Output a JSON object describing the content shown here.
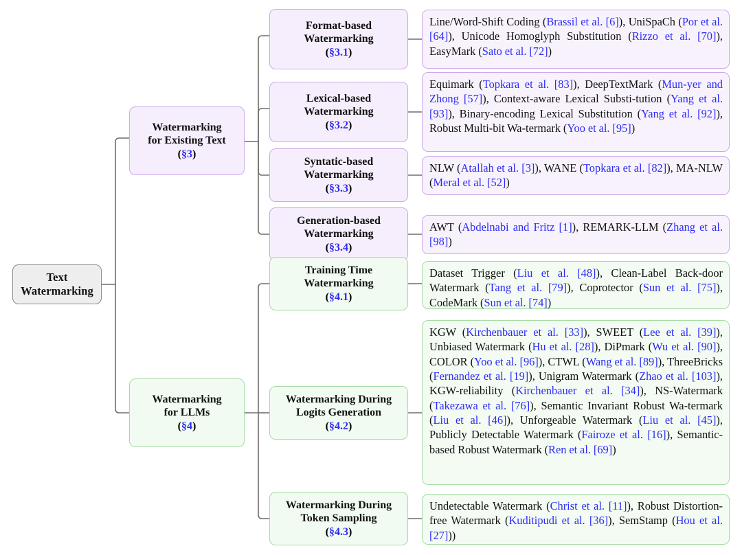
{
  "diagram": {
    "title": "Text Watermarking Taxonomy",
    "type": "tree-taxonomy",
    "colors": {
      "root_fill": "#eeeeee",
      "root_border": "#8a8a8a",
      "purple_fill": "#f6eefc",
      "purple_border": "#cba9ea",
      "green_fill": "#f1fbf1",
      "green_border": "#a5dba5",
      "citation_blue": "#2b2bf5",
      "connector": "#6e6e6e",
      "text": "#111111"
    }
  },
  "root": {
    "line1": "Text",
    "line2": "Watermarking"
  },
  "branches": [
    {
      "id": "existing-text",
      "line1": "Watermarking",
      "line2": "for Existing Text",
      "section": "§3",
      "color": "purple"
    },
    {
      "id": "llms",
      "line1": "Watermarking",
      "line2": "for LLMs",
      "section": "§4",
      "color": "green"
    }
  ],
  "categories": [
    {
      "id": "format-based",
      "line1": "Format-based",
      "line2": "Watermarking",
      "section": "§3.1",
      "color": "purple",
      "methods": [
        {
          "name": "Line/Word-Shift Coding",
          "cite": "Brassil et al. [6]"
        },
        {
          "name": "UniSpaCh",
          "cite": "Por et al. [64]"
        },
        {
          "name": "Unicode Homoglyph Substitution",
          "cite": "Rizzo et al. [70]"
        },
        {
          "name": "EasyMark",
          "cite": "Sato et al. [72]"
        }
      ]
    },
    {
      "id": "lexical-based",
      "line1": "Lexical-based",
      "line2": "Watermarking",
      "section": "§3.2",
      "color": "purple",
      "methods": [
        {
          "name": "Equimark",
          "cite": "Topkara et al. [83]"
        },
        {
          "name": "DeepTextMark",
          "cite": "Munyer and Zhong [57]"
        },
        {
          "name": "Context-aware Lexical Substitution",
          "cite": "Yang et al. [93]"
        },
        {
          "name": "Binary-encoding Lexical Substitution",
          "cite": "Yang et al. [92]"
        },
        {
          "name": "Robust Multi-bit Watermark",
          "cite": "Yoo et al. [95]"
        }
      ]
    },
    {
      "id": "syntatic-based",
      "line1": "Syntatic-based",
      "line2": "Watermarking",
      "section": "§3.3",
      "color": "purple",
      "methods": [
        {
          "name": "NLW",
          "cite": "Atallah et al. [3]"
        },
        {
          "name": "WANE",
          "cite": "Topkara et al. [82]"
        },
        {
          "name": "MA-NLW",
          "cite": "Meral et al. [52]"
        }
      ]
    },
    {
      "id": "generation-based",
      "line1": "Generation-based",
      "line2": "Watermarking",
      "section": "§3.4",
      "color": "purple",
      "methods": [
        {
          "name": "AWT",
          "cite": "Abdelnabi and Fritz [1]"
        },
        {
          "name": "REMARK-LLM",
          "cite": "Zhang et al. [98]"
        }
      ]
    },
    {
      "id": "training-time",
      "line1": "Training Time",
      "line2": "Watermarking",
      "section": "§4.1",
      "color": "green",
      "methods": [
        {
          "name": "Dataset Trigger",
          "cite": "Liu et al. [48]"
        },
        {
          "name": "Clean-Label Backdoor Watermark",
          "cite": "Tang et al. [79]"
        },
        {
          "name": "Coprotector",
          "cite": "Sun et al. [75]"
        },
        {
          "name": "CodeMark",
          "cite": "Sun et al. [74]"
        }
      ]
    },
    {
      "id": "logits-generation",
      "line1": "Watermarking During",
      "line2": "Logits Generation",
      "section": "§4.2",
      "color": "green",
      "methods": [
        {
          "name": "KGW",
          "cite": "Kirchenbauer et al. [33]"
        },
        {
          "name": "SWEET",
          "cite": "Lee et al. [39]"
        },
        {
          "name": "Unbiased Watermark",
          "cite": "Hu et al. [28]"
        },
        {
          "name": "DiPmark",
          "cite": "Wu et al. [90]"
        },
        {
          "name": "COLOR",
          "cite": "Yoo et al. [96]"
        },
        {
          "name": "CTWL",
          "cite": "Wang et al. [89]"
        },
        {
          "name": "ThreeBricks",
          "cite": "Fernandez et al. [19]"
        },
        {
          "name": "Unigram Watermark",
          "cite": "Zhao et al. [103]"
        },
        {
          "name": "KGW-reliability",
          "cite": "Kirchenbauer et al. [34]"
        },
        {
          "name": "NS-Watermark",
          "cite": "Takezawa et al. [76]"
        },
        {
          "name": "Semantic Invariant Robust Watermark",
          "cite": "Liu et al. [46]"
        },
        {
          "name": "Unforgeable Watermark",
          "cite": "Liu et al. [45]"
        },
        {
          "name": "Publicly Detectable Watermark",
          "cite": "Fairoze et al. [16]"
        },
        {
          "name": "Semantic-based Robust Watermark",
          "cite": "Ren et al. [69]"
        }
      ]
    },
    {
      "id": "token-sampling",
      "line1": "Watermarking During",
      "line2": "Token Sampling",
      "section": "§4.3",
      "color": "green",
      "methods": [
        {
          "name": "Undetectable Watermark",
          "cite": "Christ et al. [11]"
        },
        {
          "name": "Robust Distortion-free Watermark",
          "cite": "Kuditipudi et al. [36]"
        },
        {
          "name": "SemStamp",
          "cite": "Hou et al. [27]",
          "trailing": ")"
        }
      ]
    }
  ],
  "leaf_text": {
    "format-based": "Line/Word-Shift Coding (@Brassil et al. [6]@), UniSpaCh (@Por et al. [64]@), Unicode Homoglyph Substitution (@Rizzo et al. [70]@), EasyMark (@Sato et al. [72]@)",
    "lexical-based": "Equimark (@Topkara et al. [83]@), DeepTextMark (@Mun-yer and Zhong [57]@), Context-aware Lexical Substi-tution (@Yang et al. [93]@), Binary-encoding Lexical Substitution (@Yang et al. [92]@), Robust Multi-bit Wa-termark (@Yoo et al. [95]@)",
    "syntatic-based": "NLW (@Atallah et al. [3]@), WANE (@Topkara et al. [82]@), MA-NLW (@Meral et al. [52]@)",
    "generation-based": "AWT (@Abdelnabi and Fritz [1]@), REMARK-LLM (@Zhang et al. [98]@)",
    "training-time": "Dataset Trigger (@Liu et al. [48]@), Clean-Label Back-door Watermark (@Tang et al. [79]@), Coprotector (@Sun et al. [75]@), CodeMark (@Sun et al. [74]@)",
    "logits-generation": "KGW (@Kirchenbauer et al. [33]@), SWEET (@Lee et al. [39]@), Unbiased Watermark (@Hu et al. [28]@), DiPmark (@Wu et al. [90]@), COLOR (@Yoo et al. [96]@), CTWL (@Wang et al. [89]@), ThreeBricks (@Fernandez et al. [19]@), Unigram Watermark (@Zhao et al. [103]@), KGW-reliability (@Kirchenbauer et al. [34]@), NS-Watermark (@Takezawa et al. [76]@), Semantic Invariant Robust Wa-termark (@Liu et al. [46]@), Unforgeable Watermark (@Liu et al. [45]@), Publicly Detectable Watermark (@Fairoze et al. [16]@), Semantic-based Robust Watermark (@Ren et al. [69]@)",
    "token-sampling": "Undetectable Watermark (@Christ et al. [11]@), Robust Distortion-free Watermark (@Kuditipudi et al. [36]@), SemStamp (@Hou et al. [27]@))"
  }
}
